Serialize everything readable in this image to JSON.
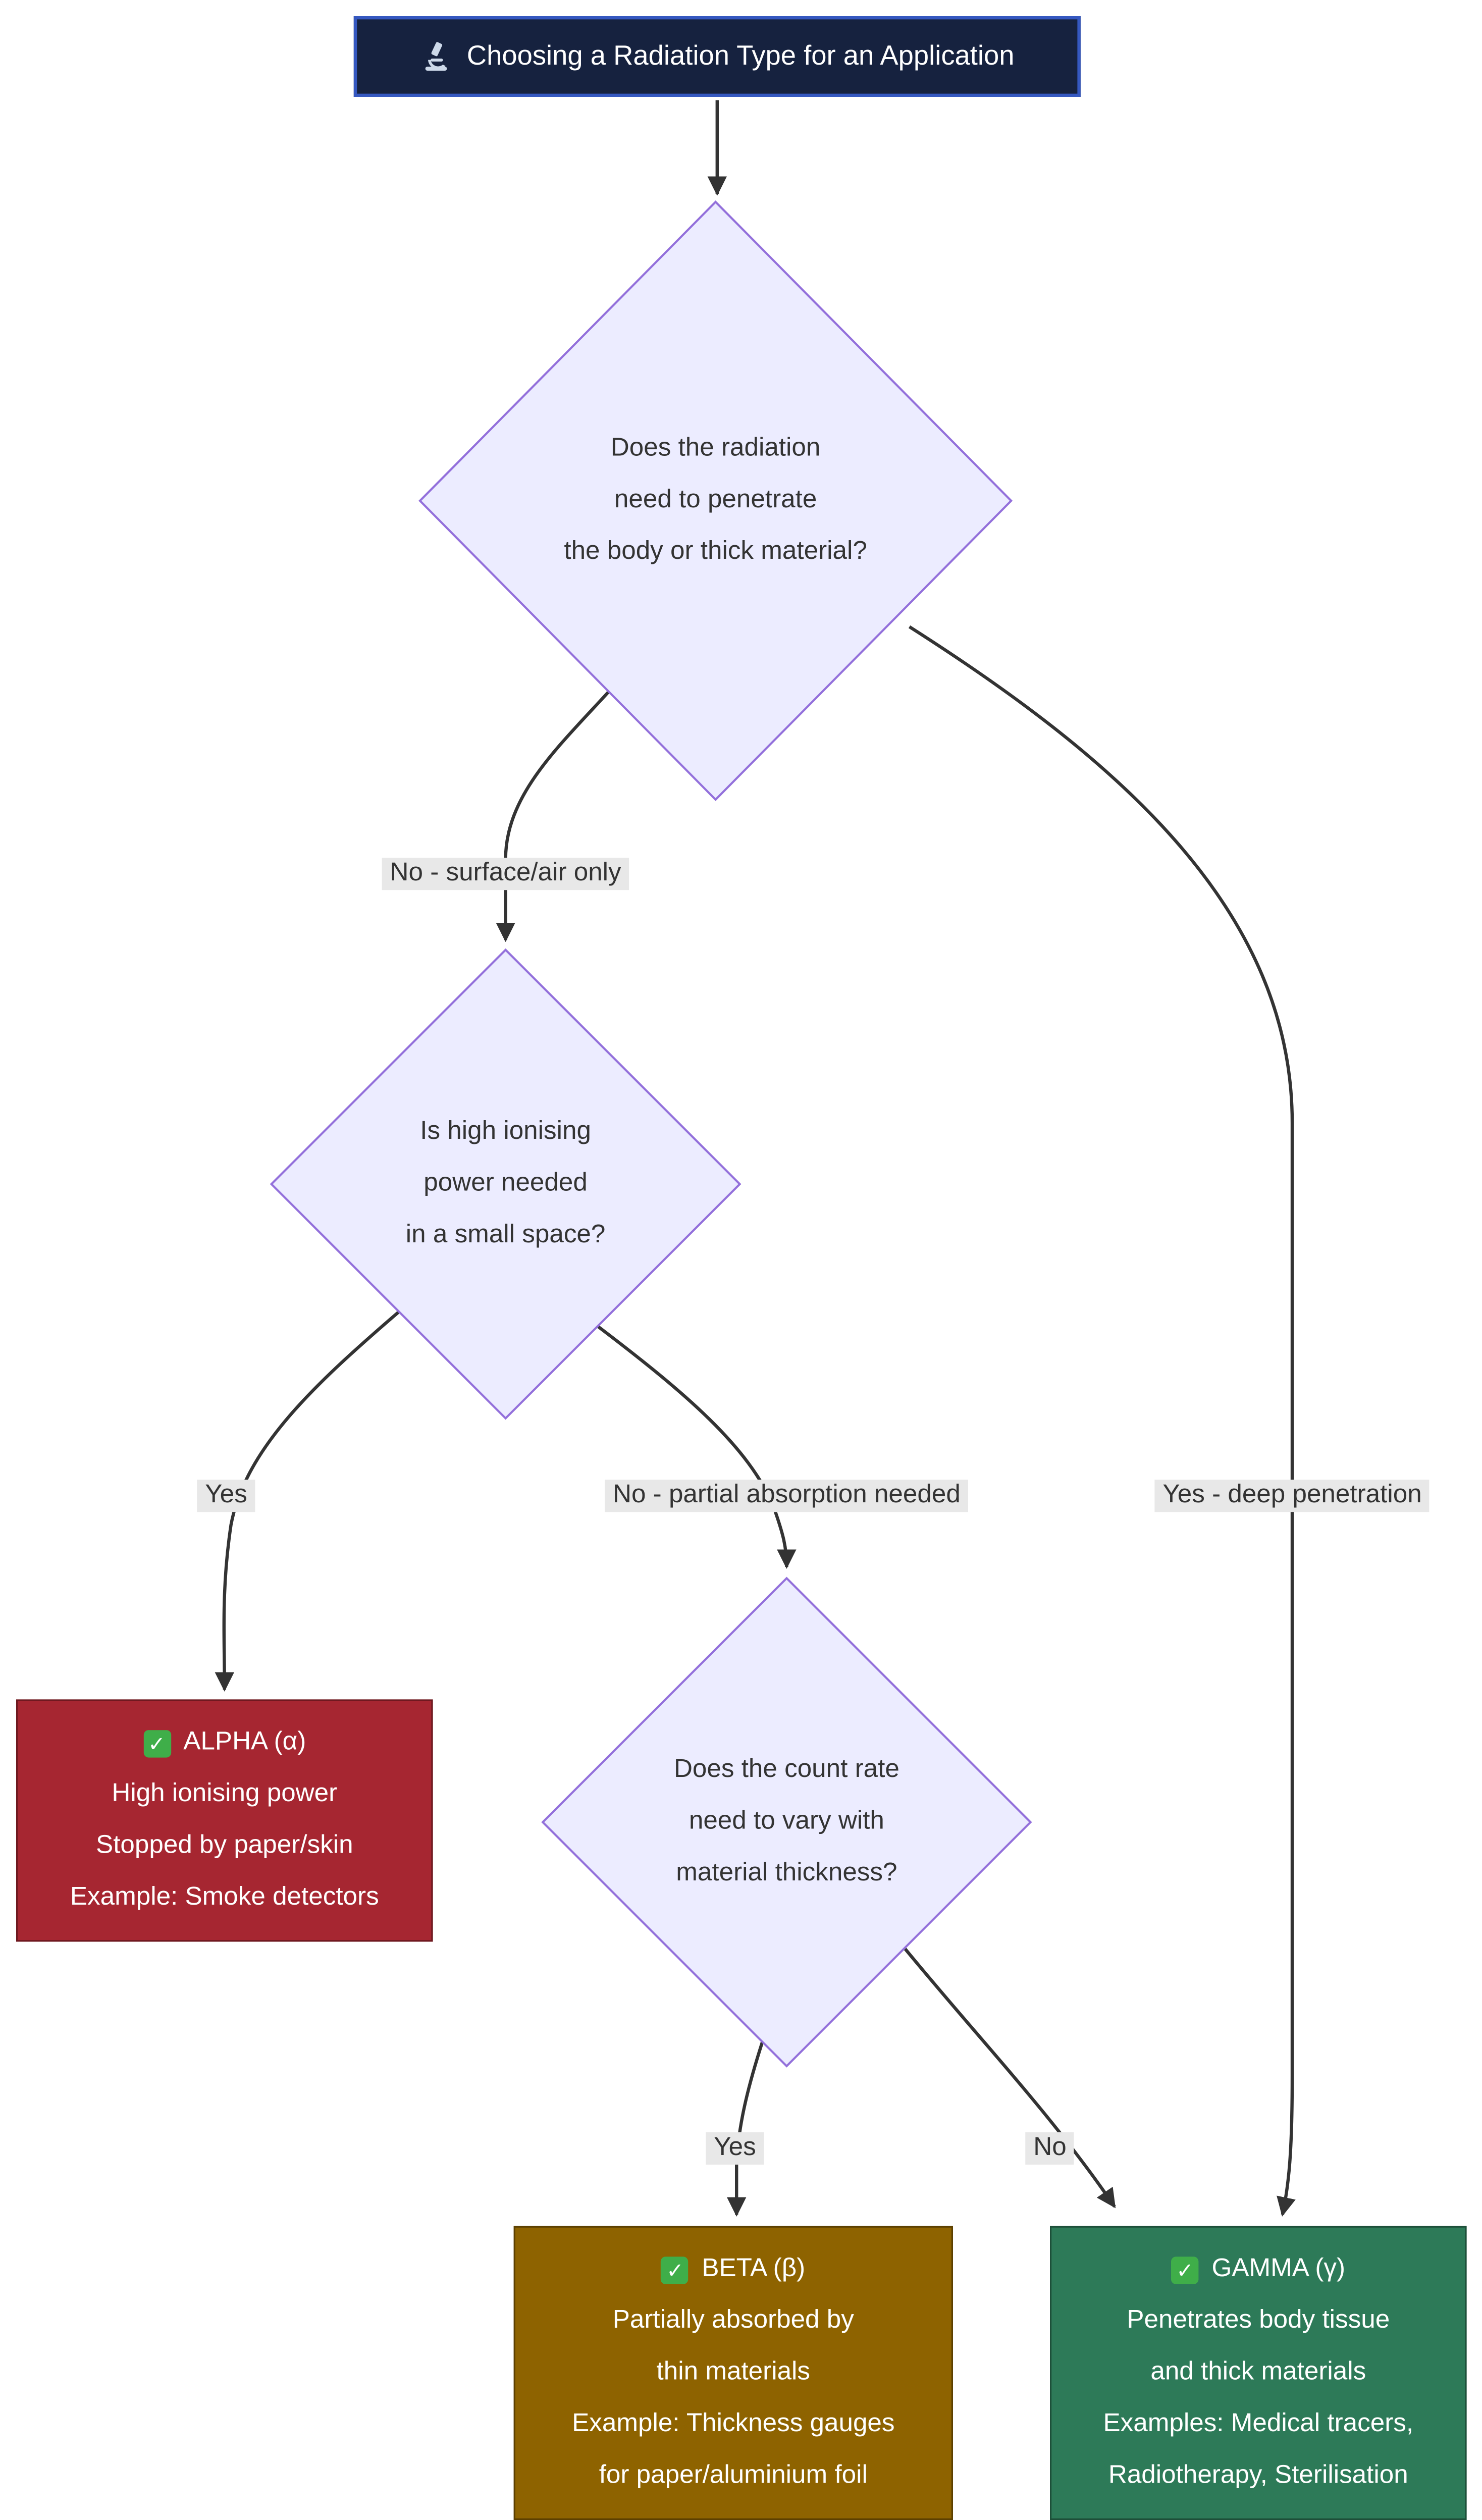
{
  "diagram": {
    "type": "flowchart-decision-tree",
    "title": {
      "label": "Choosing a Radiation Type for an Application",
      "icon": "microscope-icon",
      "bg": "#16223f",
      "border": "#3558c0",
      "text_color": "#ffffff"
    },
    "decision_style": {
      "fill": "#ECECFF",
      "stroke": "#9370DB"
    },
    "edge_color": "#333333",
    "edge_label_bg": "#e8e8e8",
    "icons": {
      "check_glyph": "✓",
      "title_icon": "microscope-icon",
      "result_icon": "check-icon"
    },
    "decisions": [
      {
        "lines": [
          "Does the radiation",
          "need to penetrate",
          "the body or thick material?"
        ]
      },
      {
        "lines": [
          "Is high ionising",
          "power needed",
          "in a small space?"
        ]
      },
      {
        "lines": [
          "Does the count rate",
          "need to vary with",
          "material thickness?"
        ]
      }
    ],
    "edge_labels": {
      "no_surface": "No - surface/air only",
      "yes_deep": "Yes - deep penetration",
      "yes_alpha": "Yes",
      "no_partial": "No - partial absorption needed",
      "yes_beta": "Yes",
      "no_gamma": "No"
    },
    "results": {
      "alpha": {
        "icon": "check-icon",
        "title": "ALPHA (α)",
        "lines": [
          "High ionising power",
          "Stopped by paper/skin",
          "Example: Smoke detectors"
        ],
        "bg": "#a62631"
      },
      "beta": {
        "icon": "check-icon",
        "title": "BETA (β)",
        "lines": [
          "Partially absorbed by",
          "thin materials",
          "Example: Thickness gauges",
          "for paper/aluminium foil"
        ],
        "bg": "#8e6300"
      },
      "gamma": {
        "icon": "check-icon",
        "title": "GAMMA (γ)",
        "lines": [
          "Penetrates body tissue",
          "and thick materials",
          "Examples: Medical tracers,",
          "Radiotherapy, Sterilisation"
        ],
        "bg": "#2d7a58"
      }
    }
  }
}
